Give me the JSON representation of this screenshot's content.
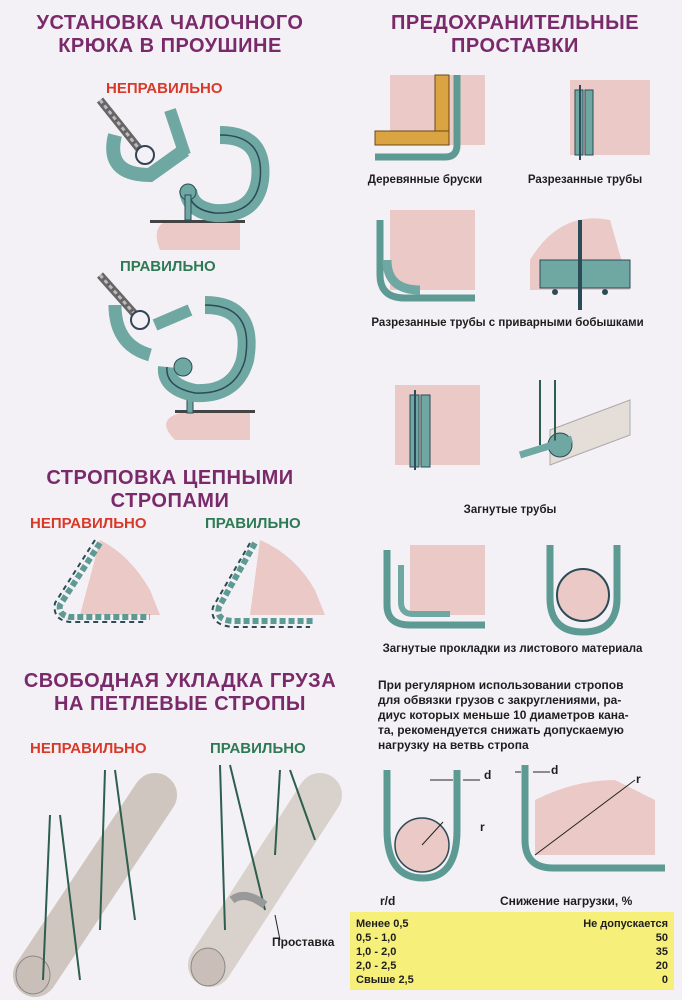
{
  "hook": {
    "title_line1": "УСТАНОВКА ЧАЛОЧНОГО",
    "title_line2": "КРЮКА В ПРОУШИНЕ",
    "wrong": "НЕПРАВИЛЬНО",
    "right": "ПРАВИЛЬНО"
  },
  "spacers": {
    "title_line1": "ПРЕДОХРАНИТЕЛЬНЫЕ",
    "title_line2": "ПРОСТАВКИ",
    "wooden_bars": "Деревянные бруски",
    "cut_pipes": "Разрезанные трубы",
    "cut_pipes_bosses": "Разрезанные трубы с приварными бобышками",
    "bent_pipes": "Загнутые трубы",
    "bent_sheet": "Загнутые прокладки из листового материала"
  },
  "chain": {
    "title_line1": "СТРОПОВКА ЦЕПНЫМИ",
    "title_line2": "СТРОПАМИ",
    "wrong": "НЕПРАВИЛЬНО",
    "right": "ПРАВИЛЬНО"
  },
  "loop": {
    "title_line1": "СВОБОДНАЯ УКЛАДКА ГРУЗА",
    "title_line2": "НА ПЕТЛЕВЫЕ СТРОПЫ",
    "wrong": "НЕПРАВИЛЬНО",
    "right": "ПРАВИЛЬНО",
    "spacer_label": "Проставка"
  },
  "radius": {
    "note_line1": "При регулярном использовании стропов",
    "note_line2": "для обвязки грузов с закруглениями, ра-",
    "note_line3": "диус которых меньше 10 диаметров кана-",
    "note_line4": "та, рекомендуется снижать допускаемую",
    "note_line5": "нагрузку на ветвь стропа",
    "d_label": "d",
    "r_label": "r",
    "rd_header": "r/d",
    "reduction_header": "Снижение нагрузки, %",
    "rows": [
      {
        "range": "Менее 0,5",
        "value": "Не допускается"
      },
      {
        "range": "0,5 - 1,0",
        "value": "50"
      },
      {
        "range": "1,0 - 2,0",
        "value": "35"
      },
      {
        "range": "2,0 - 2,5",
        "value": "20"
      },
      {
        "range": "Свыше 2,5",
        "value": "0"
      }
    ]
  }
}
